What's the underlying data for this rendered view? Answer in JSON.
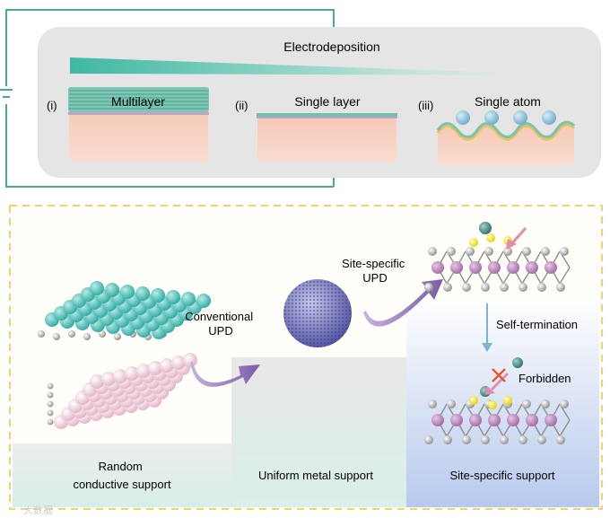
{
  "top_panel": {
    "title": "Electrodeposition",
    "stages": [
      {
        "marker": "(i)",
        "label": "Multilayer"
      },
      {
        "marker": "(ii)",
        "label": "Single layer"
      },
      {
        "marker": "(iii)",
        "label": "Single atom"
      }
    ]
  },
  "bottom_panel": {
    "step_labels": {
      "conventional": "Conventional\nUPD",
      "site_specific": "Site-specific\nUPD",
      "self_termination": "Self-termination",
      "forbidden": "Forbidden"
    },
    "supports": [
      {
        "label": "Random\nconductive support"
      },
      {
        "label": "Uniform metal support"
      },
      {
        "label": "Site-specific support"
      }
    ]
  },
  "watermark": "大数据"
}
